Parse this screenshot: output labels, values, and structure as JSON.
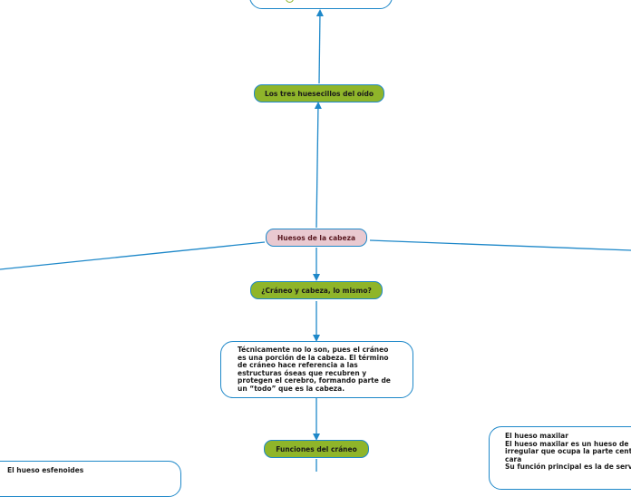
{
  "nodes": {
    "huesecillos": "Los tres huesecillos del oído",
    "huesos_cabeza": "Huesos de la cabeza",
    "craneo_cabeza": "¿Cráneo y cabeza, lo mismo?",
    "tecnicamente": "Técnicamente no lo son, pues el cráneo es una porción de la cabeza. El término de cráneo hace referencia a las estructuras óseas que recubren y protegen el cerebro, formando parte de un “todo” que es la cabeza.",
    "funciones": "Funciones del cráneo",
    "maxilar": [
      "El hueso maxilar",
      "El hueso maxilar es un hueso de mo",
      "irregular que ocupa la parte central",
      "cara",
      "Su función principal es la de servir"
    ],
    "esfenoides": "El hueso esfenoides"
  },
  "colors": {
    "line": "#1e88c9",
    "green": "#8fb52a",
    "pink": "#e9c9d0"
  }
}
